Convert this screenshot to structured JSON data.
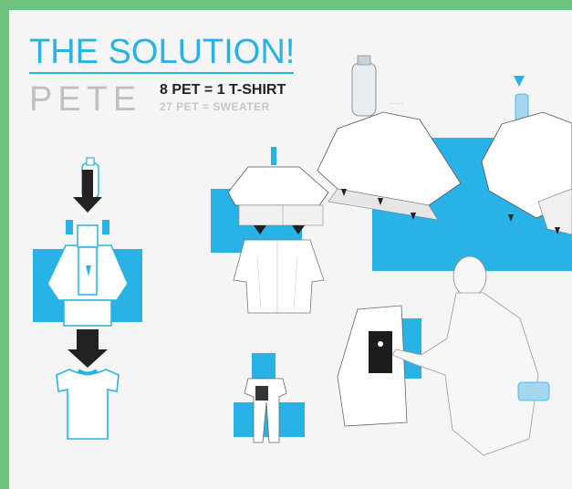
{
  "header": {
    "title": "THE SOLUTION!",
    "brand": "PETE",
    "equation_shirt": "8 PET = 1 T-SHIRT",
    "equation_sweater": "27 PET = SWEATER"
  },
  "colors": {
    "accent": "#29b2e6",
    "frame": "#6ec27f",
    "background": "#f4f5f4",
    "ink": "#222222",
    "muted": "#c6c7c7"
  },
  "icons": [
    "bottle-icon",
    "down-arrow-icon",
    "machine-icon",
    "t-shirt-icon",
    "pants-icon",
    "human-figure-icon",
    "touch-panel-icon"
  ]
}
